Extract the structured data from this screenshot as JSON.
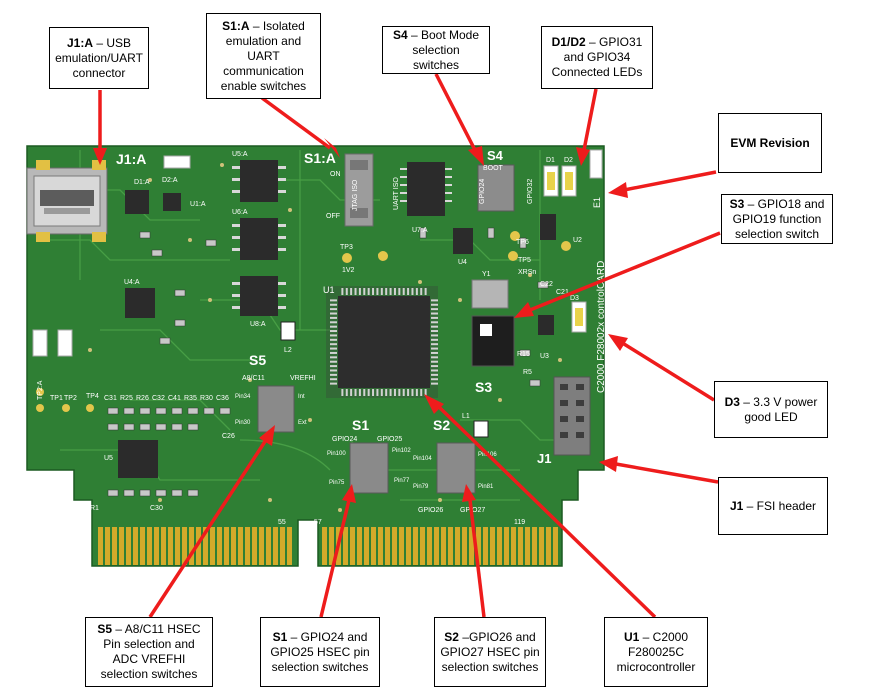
{
  "callouts": {
    "j1a": {
      "key": "J1:A",
      "text": " – USB emulation/UART connector"
    },
    "s1a": {
      "key": "S1:A",
      "text": " – Isolated emulation and UART communication enable switches"
    },
    "s4": {
      "key": "S4",
      "text": " – Boot Mode selection switches"
    },
    "d1d2": {
      "key": "D1/D2",
      "text": " – GPIO31 and GPIO34 Connected LEDs"
    },
    "evm": {
      "key": "EVM Revision",
      "text": ""
    },
    "s3": {
      "key": "S3",
      "text": " – GPIO18 and GPIO19 function selection switch"
    },
    "d3": {
      "key": "D3",
      "text": " – 3.3 V power good LED"
    },
    "j1": {
      "key": "J1",
      "text": " – FSI header"
    },
    "s5": {
      "key": "S5",
      "text": " – A8/C11 HSEC Pin selection and ADC VREFHI selection switches"
    },
    "s1": {
      "key": "S1",
      "text": " – GPIO24 and GPIO25 HSEC pin selection switches"
    },
    "s2": {
      "key": "S2",
      "text": " –GPIO26 and GPIO27 HSEC pin selection switches"
    },
    "u1": {
      "key": "U1",
      "text": " – C2000 F280025C microcontroller"
    }
  },
  "board_labels": {
    "j1a": "J1:A",
    "s1a": "S1:A",
    "s4": "S4",
    "boot": "BOOT",
    "d1": "D1",
    "d2": "D2",
    "e1": "E1",
    "jtag": "JTAG ISO",
    "uart": "UART ISO",
    "on": "ON",
    "off": "OFF",
    "gpio24": "GPIO24",
    "gpio32": "GPIO32",
    "u1": "U1",
    "u2": "U2",
    "u3": "U3",
    "u4": "U4",
    "u1a": "U1:A",
    "u5a": "U5:A",
    "u6a": "U6:A",
    "u7a": "U7:A",
    "u8a": "U8:A",
    "u4a": "U4:A",
    "d1a": "D1:A",
    "d2a": "D2:A",
    "y1": "Y1",
    "tp3": "TP3",
    "tp5": "TP5",
    "tp6": "TP6",
    "xrsn": "XRSn",
    "v12": "1V2",
    "l1": "L1",
    "l2": "L2",
    "s5": "S5",
    "a8c11": "A8/C11",
    "vrefhi": "VREFHI",
    "int": "Int",
    "ext": "Ext",
    "pin34": "Pin34",
    "pin30": "Pin30",
    "s1": "S1",
    "s1g24": "GPIO24",
    "s1g25": "GPIO25",
    "pin100": "Pin100",
    "pin75": "Pin75",
    "pin102": "Pin102",
    "pin77": "Pin77",
    "s2": "S2",
    "s2g26": "GPIO26",
    "s2g27": "GPIO27",
    "pin104": "Pin104",
    "pin79": "Pin79",
    "pin106": "Pin106",
    "pin81": "Pin81",
    "s3": "S3",
    "j1": "J1",
    "d3": "D3",
    "r15": "R15",
    "r5": "R5",
    "c22": "C22",
    "c21": "C21",
    "controlcard": "C2000 F28002x controlCARD",
    "n55": "55",
    "n57": "57",
    "n119": "119",
    "tp2a": "TP2:A",
    "tp1": "TP1",
    "tp2": "TP2",
    "tp4": "TP4",
    "c31": "C31",
    "r25": "R25",
    "r26": "R26",
    "c32": "C32",
    "c41": "C41",
    "r35": "R35",
    "r30": "R30",
    "c36": "C36",
    "u5": "U5",
    "r1": "R1",
    "c26": "C26",
    "c30": "C30"
  },
  "colors": {
    "pcb": "#2e7d32",
    "pcb_dark": "#1f5e23",
    "trace": "#4c9a44",
    "gold": "#c9a227",
    "ic": "#2a2a2a",
    "silk": "#ffffff",
    "arrow": "#ee1c1c"
  }
}
